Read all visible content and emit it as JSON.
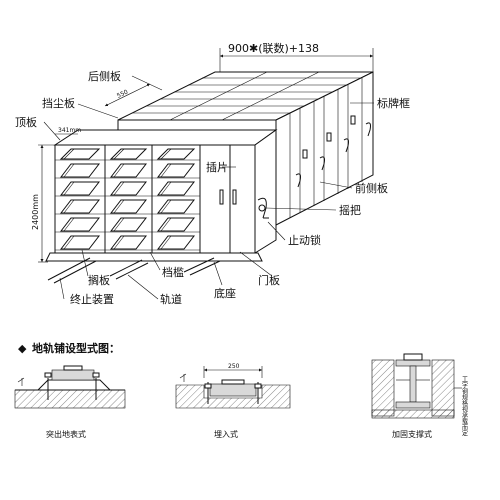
{
  "main_figure": {
    "dimension_top": "900✱(联数)+138",
    "dim_550": "550",
    "dim_341": "341mm",
    "dim_height": "2400mm",
    "labels": {
      "rear_side_panel": "后侧板",
      "dust_panel": "挡尘板",
      "top_panel": "顶板",
      "sign_frame": "标牌框",
      "insert_panel": "插片",
      "front_side_panel": "前侧板",
      "crank": "摇把",
      "stop_lock": "止动锁",
      "shelf": "搁板",
      "file_block": "档槛",
      "base": "底座",
      "door": "门板",
      "end_stop": "终止装置",
      "rail": "轨道"
    }
  },
  "rail_section": {
    "heading": "地轨铺设型式图：",
    "bullet": "◆",
    "types": [
      "突出地表式",
      "埋入式",
      "加固支撑式"
    ],
    "dim_250": "250",
    "side_note": "工字钢规格视承载而定"
  }
}
